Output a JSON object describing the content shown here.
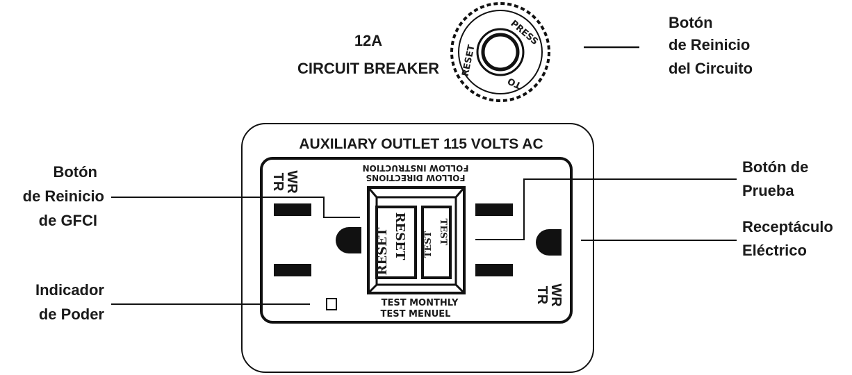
{
  "breaker": {
    "rating": "12A",
    "name": "CIRCUIT BREAKER",
    "ring_reset": "RESET",
    "ring_press": "PRESS",
    "ring_to": "TO"
  },
  "callouts": {
    "circuit_reset": [
      "Botón",
      "de Reinicio",
      "del Circuito"
    ],
    "gfci_reset": [
      "Botón",
      "de Reinicio",
      "de GFCI"
    ],
    "test_button": [
      "Botón de",
      "Prueba"
    ],
    "receptacle": [
      "Receptáculo",
      "Eléctrico"
    ],
    "power_indicator": [
      "Indicador",
      "de Poder"
    ]
  },
  "outlet": {
    "title": "AUXILIARY OUTLET 115 VOLTS AC",
    "follow_instruction": "FOLLOW INSTRUCTION",
    "follow_directions": "FOLLOW DIRECTIONS",
    "wr": "WR",
    "tr": "TR",
    "reset_en": "RESET",
    "reset_fr": "RESET",
    "test_en": "TEST",
    "test_fr": "TEST",
    "test_monthly": "TEST MONTHLY",
    "test_menuel": "TEST MENUEL"
  }
}
